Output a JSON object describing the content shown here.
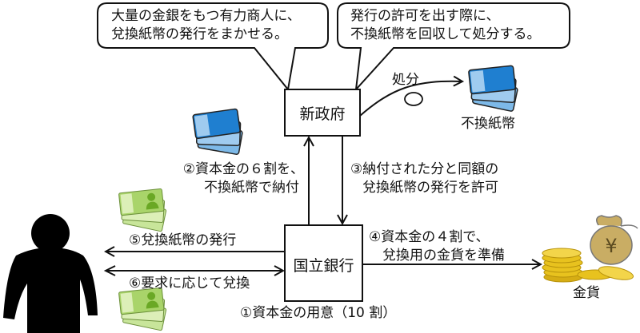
{
  "bubbles": {
    "left": {
      "line1": "大量の金銀をもつ有力商人に、",
      "line2": "兌換紙幣の発行をまかせる。"
    },
    "right": {
      "line1": "発行の許可を出す際に、",
      "line2": "不換紙幣を回収して処分する。"
    }
  },
  "nodes": {
    "government": "新政府",
    "bank": "国立銀行",
    "inconvertible_notes": "不換紙幣",
    "gold_coins": "金貨"
  },
  "flows": {
    "disposal": "処分",
    "step1": "①資本金の用意（10 割）",
    "step2_line1": "②資本金の６割を、",
    "step2_line2": "不換紙幣で納付",
    "step3_line1": "③納付された分と同額の",
    "step3_line2": "兌換紙幣の発行を許可",
    "step4_line1": "④資本金の４割で、",
    "step4_line2": "兌換用の金貨を準備",
    "step5": "⑤兌換紙幣の発行",
    "step6": "⑥要求に応じて兌換"
  },
  "colors": {
    "inconvertible_note_blue": "#1f7fd0",
    "inconvertible_note_light": "#9fcbef",
    "convertible_note_green": "#a9d46a",
    "convertible_note_light": "#dcefb8",
    "figure_green": "#6aa825",
    "gold": "#e8c21e",
    "gold_dark": "#b8930c",
    "bag": "#c9ad64"
  }
}
